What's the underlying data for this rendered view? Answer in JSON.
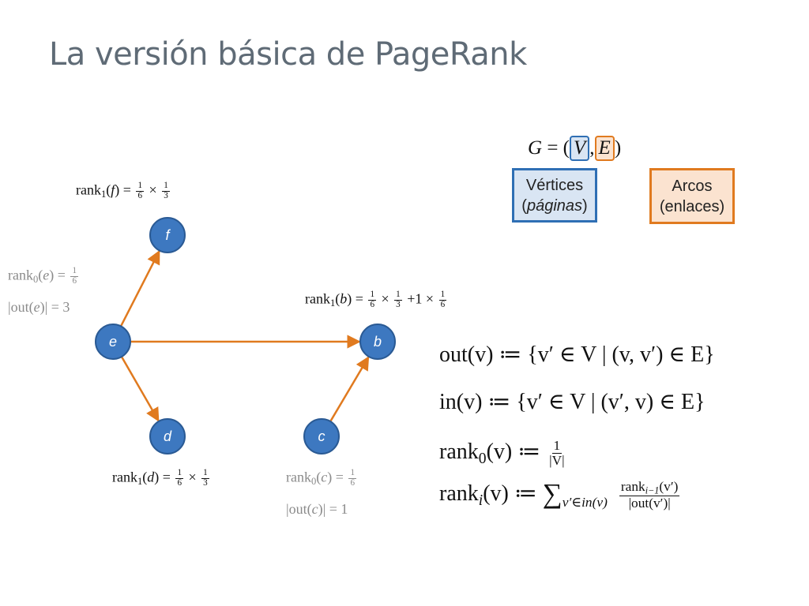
{
  "title": "La versión básica de PageRank",
  "graph": {
    "nodes": [
      {
        "id": "e",
        "label": "e"
      },
      {
        "id": "f",
        "label": "f"
      },
      {
        "id": "b",
        "label": "b"
      },
      {
        "id": "d",
        "label": "d"
      },
      {
        "id": "c",
        "label": "c"
      }
    ],
    "edges": [
      {
        "from": "e",
        "to": "f"
      },
      {
        "from": "e",
        "to": "b"
      },
      {
        "from": "e",
        "to": "d"
      },
      {
        "from": "c",
        "to": "b"
      }
    ],
    "colors": {
      "node_fill": "#3d78c0",
      "node_stroke": "#2a5a94",
      "edge": "#e07a1f"
    }
  },
  "formulas": {
    "rank1_f": {
      "lhs": "rank",
      "sub": "1",
      "var": "f",
      "f1": [
        "1",
        "6"
      ],
      "f2": [
        "1",
        "3"
      ]
    },
    "rank0_e": {
      "lhs": "rank",
      "sub": "0",
      "var": "e",
      "f1": [
        "1",
        "6"
      ]
    },
    "out_e": {
      "text": "|out(",
      "var": "e",
      "rest": ")| = 3"
    },
    "rank1_b": {
      "lhs": "rank",
      "sub": "1",
      "var": "b",
      "f1": [
        "1",
        "6"
      ],
      "f2": [
        "1",
        "3"
      ],
      "mid": "+1 ×",
      "f3": [
        "1",
        "6"
      ]
    },
    "rank1_d": {
      "lhs": "rank",
      "sub": "1",
      "var": "d",
      "f1": [
        "1",
        "6"
      ],
      "f2": [
        "1",
        "3"
      ]
    },
    "rank0_c": {
      "lhs": "rank",
      "sub": "0",
      "var": "c",
      "f1": [
        "1",
        "6"
      ]
    },
    "out_c": {
      "text": "|out(",
      "var": "c",
      "rest": ")| = 1"
    }
  },
  "definitions": {
    "G": {
      "lhs": "G",
      "eq": "=",
      "V": "V",
      "comma": ",",
      "E": "E"
    },
    "vertices_box": {
      "line1": "Vértices",
      "line2": "páginas"
    },
    "arcs_box": {
      "line1": "Arcos",
      "line2": "(enlaces)"
    },
    "out_def": "out(v) ≔ {v′ ∈ V | (v, v′) ∈ E}",
    "in_def": "in(v) ≔ {v′ ∈ V | (v′, v) ∈ E}",
    "rank0_def": {
      "lhs": "rank",
      "sub": "0",
      "rest": "(v) ≔",
      "num": "1",
      "den": "|V|"
    },
    "ranki_def": {
      "lhs": "rank",
      "sub": "i",
      "rest": "(v) ≔",
      "sum": "∑",
      "sum_sub": "v′∈in(v)",
      "num": "rank",
      "num_sub": "i−1",
      "num_rest": "(v′)",
      "den": "|out(v′)|"
    }
  }
}
